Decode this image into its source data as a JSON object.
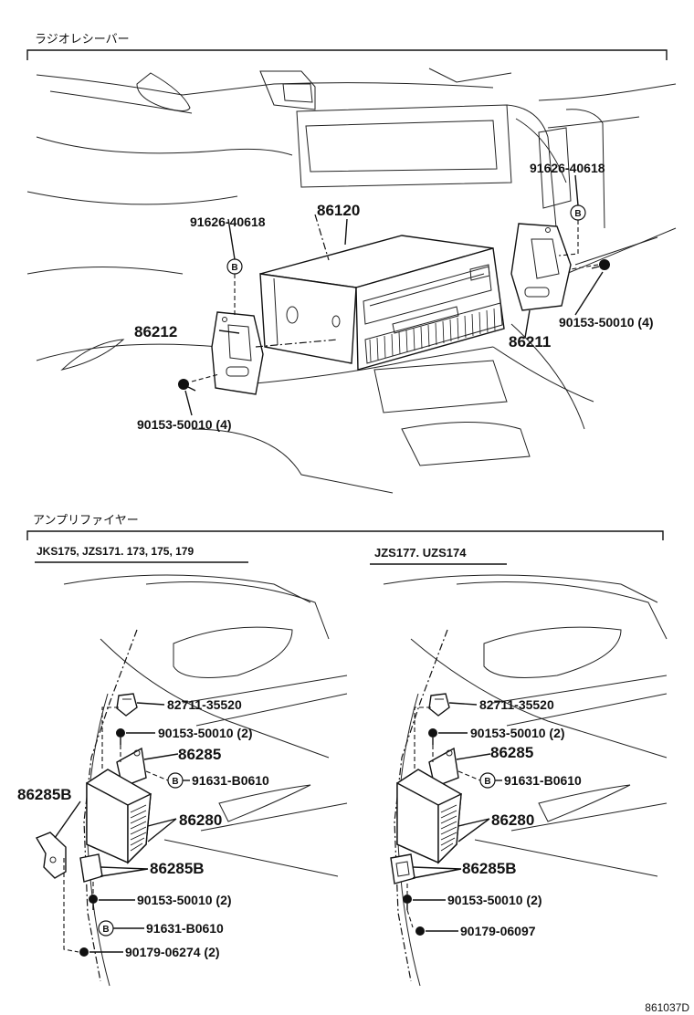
{
  "sections": {
    "radio": {
      "title": "ラジオレシーバー"
    },
    "amp": {
      "title": "アンプリファイヤー",
      "left_subtitle": "JKS175, JZS171. 173, 175, 179",
      "right_subtitle": "JZS177. UZS174"
    }
  },
  "callouts": {
    "radio": {
      "receiver": "86120",
      "bracket_left": "86212",
      "bracket_right": "86211",
      "bolt_left": "91626-40618",
      "bolt_right": "91626-40618",
      "screw_left": "90153-50010 (4)",
      "screw_right": "90153-50010 (4)"
    },
    "amp_left": {
      "clip": "82711-35520",
      "screw_top": "90153-50010 (2)",
      "bracket": "86285",
      "bolt_top": "91631-B0610",
      "amplifier": "86280",
      "bracket_b": "86285B",
      "bracket_b_side": "86285B",
      "screw_bottom": "90153-50010 (2)",
      "bolt_bottom": "91631-B0610",
      "nut": "90179-06274 (2)"
    },
    "amp_right": {
      "clip": "82711-35520",
      "screw_top": "90153-50010 (2)",
      "bracket": "86285",
      "bolt_top": "91631-B0610",
      "amplifier": "86280",
      "bracket_b": "86285B",
      "screw_bottom": "90153-50010 (2)",
      "nut": "90179-06097"
    }
  },
  "bolt_marker": "B",
  "figure_code": "861037D"
}
